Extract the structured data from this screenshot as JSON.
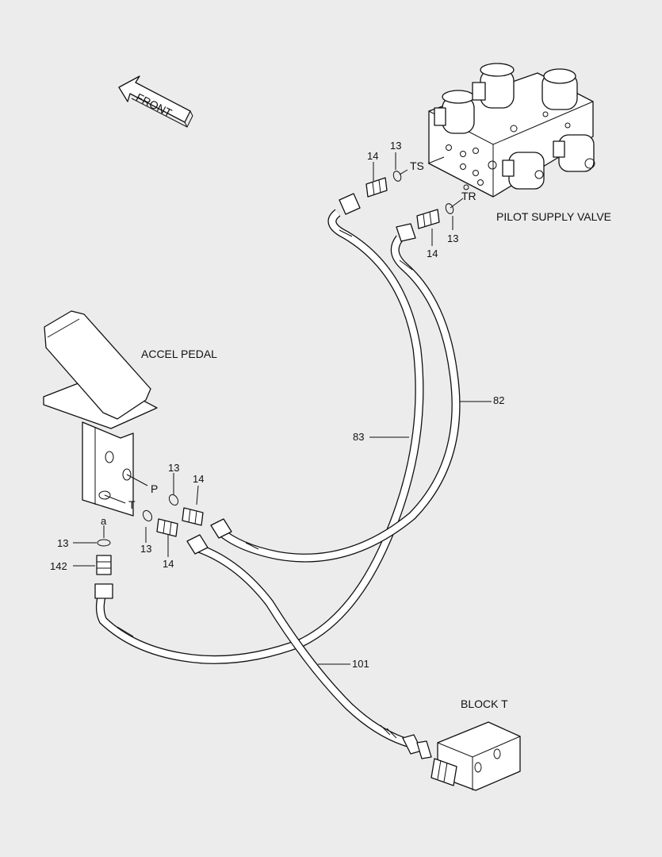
{
  "colors": {
    "background": "#ececec",
    "line": "#111111",
    "fill": "#ffffff"
  },
  "diagram": {
    "front_arrow_text": "FRONT",
    "components": {
      "pilot_supply_valve": "PILOT SUPPLY VALVE",
      "accel_pedal": "ACCEL PEDAL",
      "block_t": "BLOCK  T"
    },
    "ports": {
      "ts": "TS",
      "tr": "TR",
      "p": "P",
      "t": "T",
      "a": "a"
    },
    "part_numbers": {
      "hose_83": "83",
      "hose_82": "82",
      "hose_101": "101",
      "oring": "13",
      "connector": "14",
      "elbow": "142"
    }
  }
}
